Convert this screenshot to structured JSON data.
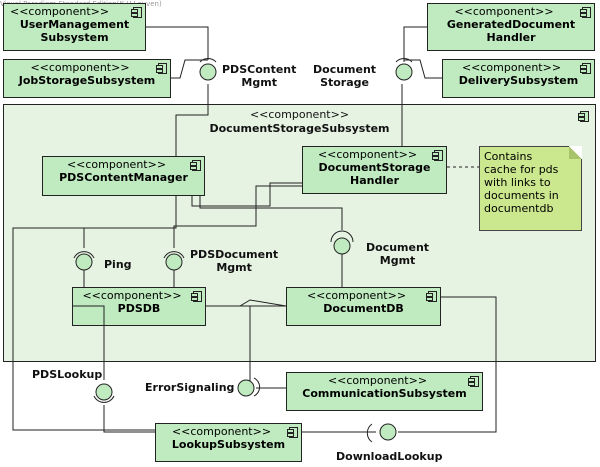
{
  "watermark": "Visual Paradigm Standard Edition(K.U.Leuven)",
  "stereotype": "<<component>>",
  "components": {
    "user_management": "UserManagement\nSubsystem",
    "job_storage": "JobStorageSubsystem",
    "generated_document": "GeneratedDocument\nHandler",
    "delivery": "DeliverySubsystem",
    "document_storage_subsystem": "DocumentStorageSubsystem",
    "pds_content_manager": "PDSContentManager",
    "document_storage_handler": "DocumentStorage\nHandler",
    "pdsdb": "PDSDB",
    "documentdb": "DocumentDB",
    "communication": "CommunicationSubsystem",
    "lookup": "LookupSubsystem"
  },
  "interfaces": {
    "pds_content_mgmt": "PDSContent\nMgmt",
    "document_storage": "Document\nStorage",
    "ping": "Ping",
    "pds_document_mgmt": "PDSDocument\nMgmt",
    "document_mgmt": "Document\nMgmt",
    "pds_lookup": "PDSLookup",
    "error_signaling": "ErrorSignaling",
    "download_lookup": "DownloadLookup"
  },
  "note": "Contains\ncache for pds\nwith links to\ndocuments in\ndocumentdb",
  "colors": {
    "component": "#c0ebc0",
    "container": "#e6f3e3",
    "note": "#cce88e",
    "line": "#222222"
  }
}
